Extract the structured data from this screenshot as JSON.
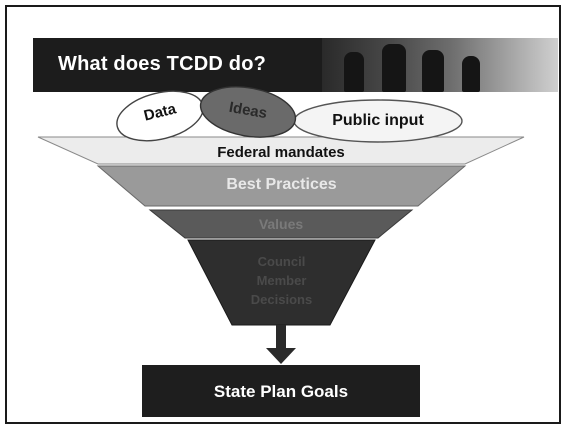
{
  "slide": {
    "title": "What does TCDD do?"
  },
  "inputs": {
    "data_label": "Data",
    "ideas_label": "Ideas",
    "public_input_label": "Public input"
  },
  "funnel": {
    "level1": "Federal mandates",
    "level2": "Best Practices",
    "level3": "Values",
    "level4_lines": [
      "Council",
      "Member",
      "Decisions"
    ]
  },
  "output": {
    "goal": "State Plan Goals"
  },
  "icons": {
    "arrow": "down-arrow-icon"
  },
  "colors": {
    "title_bar": "#1c1c1c",
    "level1_fill": "#ececec",
    "level2_fill": "#9a9a9a",
    "level3_fill": "#5a5a5a",
    "level4_fill": "#2e2e2e",
    "goal_box": "#1e1e1e"
  }
}
